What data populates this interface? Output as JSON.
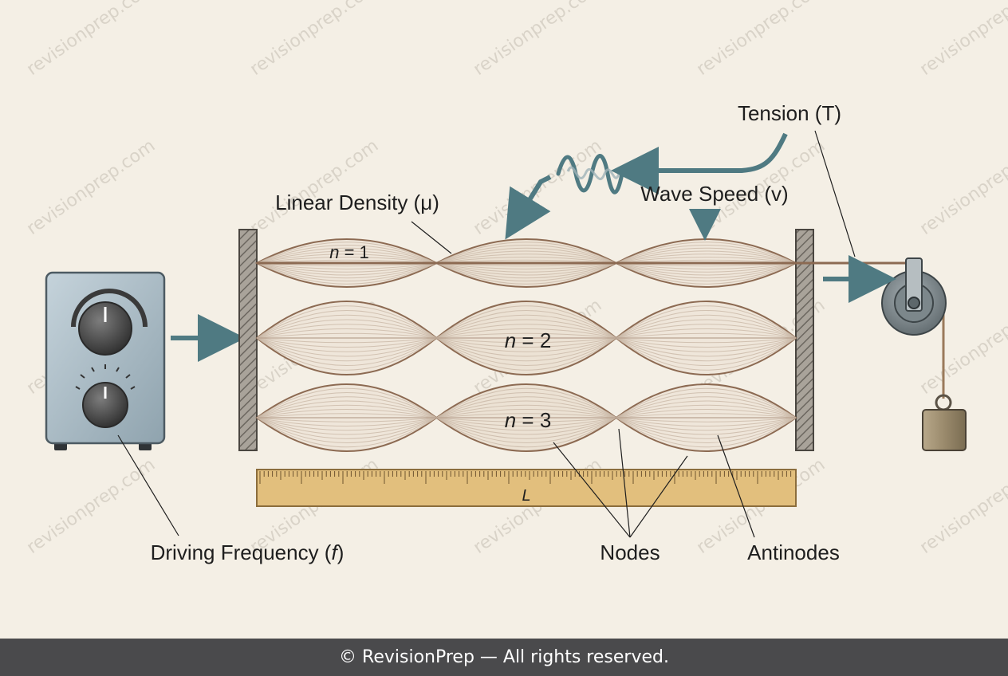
{
  "watermark": "revisionprep.com",
  "labels": {
    "tension": "Tension (T)",
    "linear_density": "Linear Density (μ)",
    "wave_speed": "Wave Speed (v)",
    "driving_frequency_prefix": "Driving Frequency (",
    "driving_frequency_symbol": "f",
    "driving_frequency_suffix": ")",
    "nodes": "Nodes",
    "antinodes": "Antinodes",
    "length_symbol": "L"
  },
  "modes": [
    {
      "symbol": "n",
      "eq": " = 1"
    },
    {
      "symbol": "n",
      "eq": " = 2"
    },
    {
      "symbol": "n",
      "eq": " = 3"
    }
  ],
  "footer": "© RevisionPrep — All rights reserved.",
  "colors": {
    "background": "#f4efe5",
    "string": "#8c6a52",
    "arrow": "#4f7a82",
    "ruler": "#e2bf7d",
    "footer": "#4a4a4c"
  },
  "icons": {
    "generator": "signal-generator-icon",
    "pulley": "pulley-icon",
    "mass": "hanging-mass-icon",
    "wave_packet": "wave-packet-icon"
  }
}
